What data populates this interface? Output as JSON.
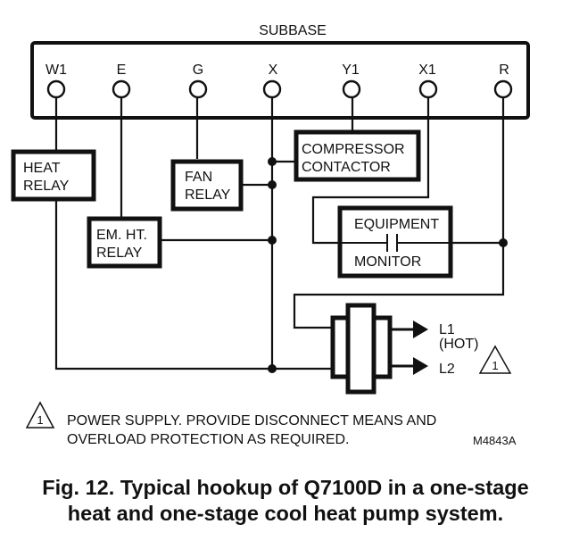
{
  "subbase": {
    "title": "SUBBASE",
    "terminals": [
      "W1",
      "E",
      "G",
      "X",
      "Y1",
      "X1",
      "R"
    ]
  },
  "components": {
    "heat_relay": [
      "HEAT",
      "RELAY"
    ],
    "fan_relay": [
      "FAN",
      "RELAY"
    ],
    "em_ht_relay": [
      "EM. HT.",
      "RELAY"
    ],
    "compressor_contactor": [
      "COMPRESSOR",
      "CONTACTOR"
    ],
    "equipment_monitor": [
      "EQUIPMENT",
      "MONITOR"
    ]
  },
  "power": {
    "l1": "L1",
    "l1_note": "(HOT)",
    "l2": "L2",
    "note_marker": "1"
  },
  "note": {
    "marker": "1",
    "line1": "POWER SUPPLY.  PROVIDE DISCONNECT MEANS AND",
    "line2": "OVERLOAD PROTECTION AS REQUIRED."
  },
  "drawing_id": "M4843A",
  "caption": {
    "line1": "Fig. 12. Typical hookup of Q7100D in a one-stage",
    "line2": "heat and one-stage cool heat pump system."
  }
}
